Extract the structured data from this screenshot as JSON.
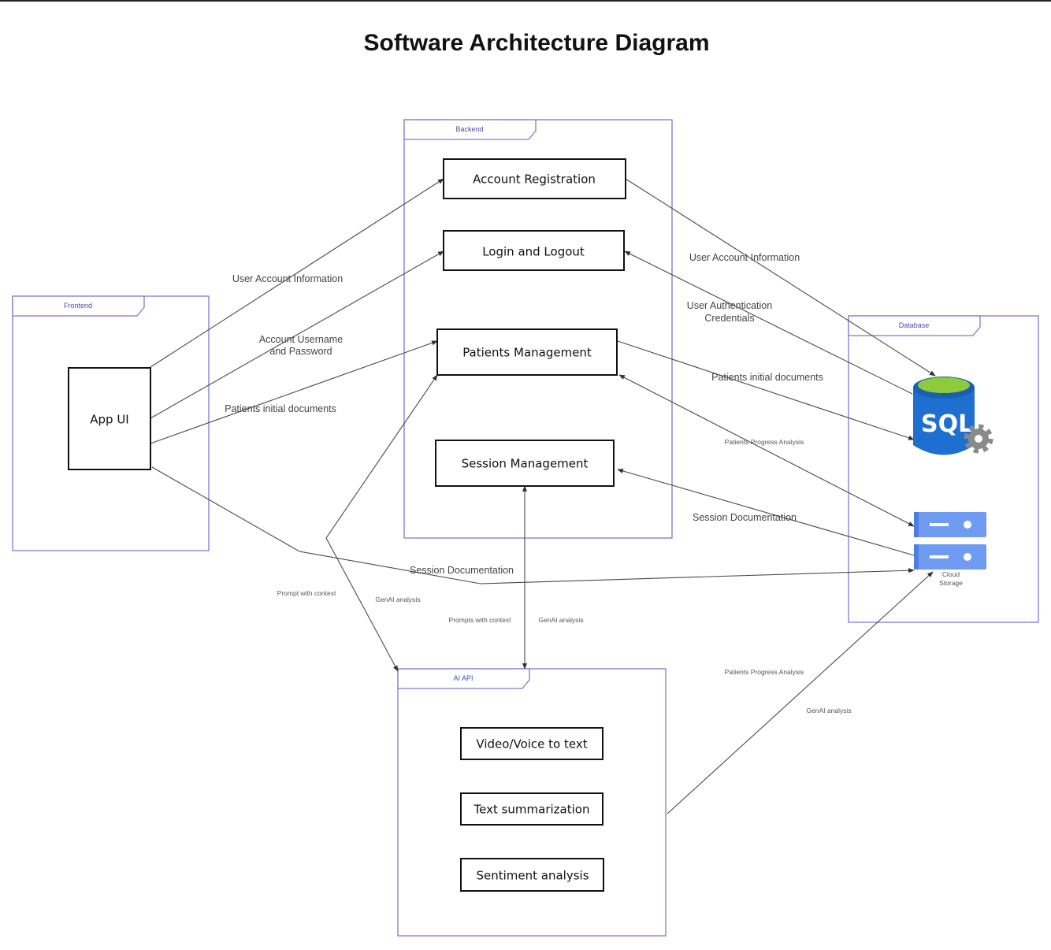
{
  "title": "Software Architecture Diagram",
  "containers": {
    "frontend": "Frontend",
    "backend": "Backend",
    "database": "Database",
    "ai_api": "AI API"
  },
  "components": {
    "app_ui": "App UI",
    "account_registration": "Account Registration",
    "login_logout": "Login and Logout",
    "patients_management": "Patients Management",
    "session_management": "Session Management",
    "video_voice": "Video/Voice to text",
    "text_summarization": "Text summarization",
    "sentiment_analysis": "Sentiment analysis",
    "sql_label": "SQL",
    "cloud_storage_line1": "Cloud",
    "cloud_storage_line2": "Storage"
  },
  "edge_labels": {
    "user_account_info_left": "User Account Information",
    "account_username_line1": "Account Username",
    "account_username_line2": "and Password",
    "patients_docs_left": "Patients initial documents",
    "user_account_info_right": "User Account Information",
    "user_auth_line1": "User Authentication",
    "user_auth_line2": "Credentials",
    "patients_docs_right": "Patients initial documents",
    "patients_progress_upper": "Patients Progress Analysis",
    "session_doc_right": "Session Documentation",
    "session_doc_bottom": "Session Documentation",
    "prompt_with_context": "Prompt with context",
    "genai_analysis_left": "GenAI analysis",
    "prompts_with_context": "Prompts with context",
    "genai_analysis_mid": "GenAI analysis",
    "patients_progress_lower": "Patients Progress Analysis",
    "genai_analysis_right": "GenAI analysis"
  },
  "colors": {
    "frame_stroke": "#7b7bd4",
    "sql_blue": "#1e6fd0",
    "sql_green": "#8ecb3a",
    "gear_gray": "#8a8a8a",
    "storage_blue": "#6f9cf2"
  }
}
